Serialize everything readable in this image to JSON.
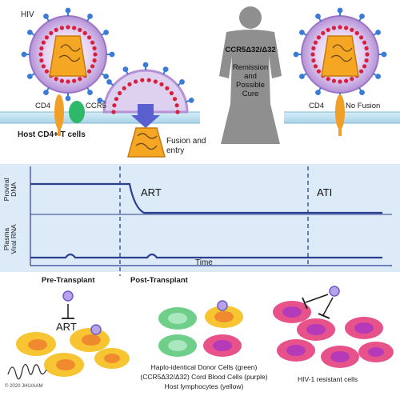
{
  "top": {
    "hiv_label": "HIV",
    "cd4_label": "CD4",
    "ccr5_label": "CCR5",
    "host_cells_label": "Host CD4+ T cells",
    "fusion_label_line1": "Fusion and",
    "fusion_label_line2": "entry",
    "person_genotype": "CCR5Δ32/Δ32",
    "person_status_line1": "Remission",
    "person_status_line2": "and",
    "person_status_line3": "Possible",
    "person_status_line4": "Cure",
    "cd4_right_label": "CD4",
    "no_fusion_label": "No Fusion"
  },
  "graph": {
    "y_label_top_line1": "Proviral",
    "y_label_top_line2": "DNA",
    "y_label_bottom_line1": "Plasma",
    "y_label_bottom_line2": "Viral RNA",
    "art_label": "ART",
    "ati_label": "ATI",
    "x_label": "Time"
  },
  "phases": {
    "pre_transplant": "Pre-Transplant",
    "post_transplant": "Post-Transplant"
  },
  "bottom": {
    "art_label": "ART",
    "donor_line1": "Haplo-identical Donor Cells (green)",
    "donor_line2": "(CCR5Δ32/Δ32)  Cord Blood Cells (purple)",
    "donor_line3": "Host lymphocytes (yellow)",
    "resistant_label": "HIV-1 resistant cells",
    "copyright": "© 2020 JHU/AAM"
  },
  "colors": {
    "panel_bg": "#dcebf7",
    "line_blue": "#2b3f8f",
    "membrane": "#bfe0ef",
    "virus_shell": "#c9a8e2",
    "core": "#f5a623",
    "spike": "#3b7bd6",
    "receptor_orange": "#f0a028",
    "receptor_green": "#2eb86a",
    "cell_yellow": "#f6c531",
    "cell_green": "#6fcf8a",
    "cell_pink": "#e8528a",
    "nucleus_orange": "#f08a2e",
    "nucleus_purple": "#b53ab8",
    "person_gray": "#8f8f8f"
  }
}
